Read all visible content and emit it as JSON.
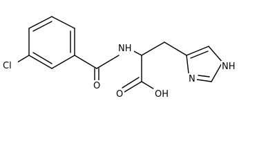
{
  "molecule": {
    "atoms": {
      "cl": "Cl",
      "nh_amide": "NH",
      "o_carbonyl": "O",
      "o_acid": "O",
      "oh": "OH",
      "nh_ring": "NH",
      "n_ring": "N"
    }
  }
}
